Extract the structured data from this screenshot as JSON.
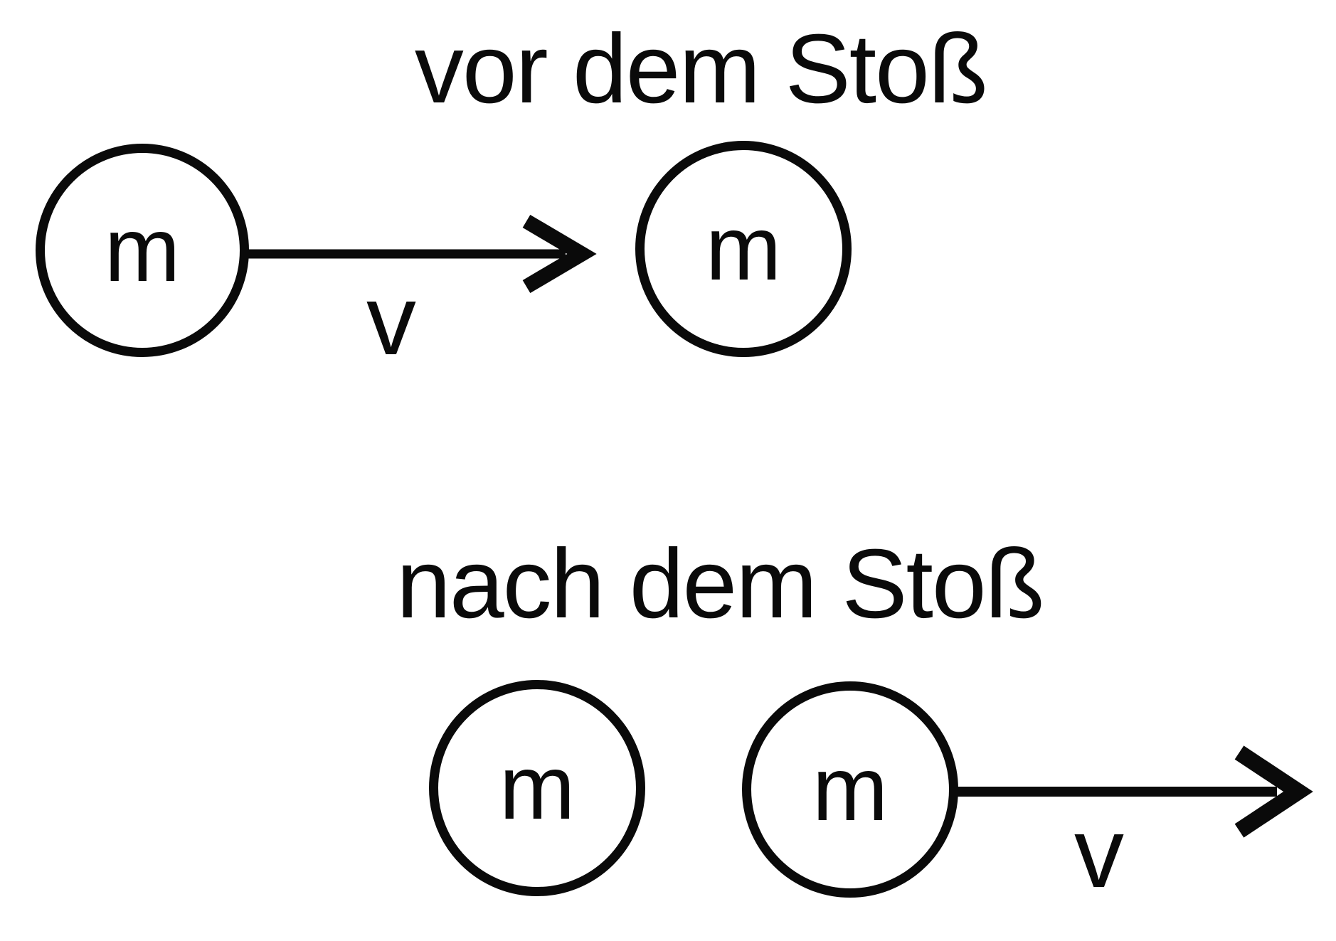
{
  "diagram": {
    "ink_color": "#0a0a0a",
    "background_color": "#ffffff",
    "before": {
      "title": "vor dem Stoß",
      "left_mass_label": "m",
      "right_mass_label": "m",
      "velocity_label": "v"
    },
    "after": {
      "title": "nach dem Stoß",
      "left_mass_label": "m",
      "right_mass_label": "m",
      "velocity_label": "v"
    }
  }
}
